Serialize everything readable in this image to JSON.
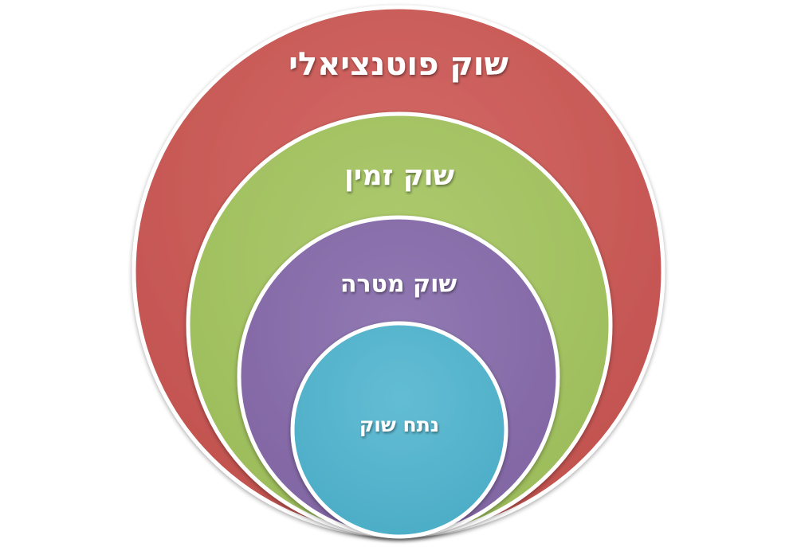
{
  "diagram": {
    "type": "nested-circles",
    "rings": [
      {
        "label": "שוק פוטנציאלי",
        "color": "#c0504d",
        "highlight": "#d46a66"
      },
      {
        "label": "שוק זמין",
        "color": "#9bbb59",
        "highlight": "#aecb6f"
      },
      {
        "label": "שוק מטרה",
        "color": "#8064a2",
        "highlight": "#9179b3"
      },
      {
        "label": "נתח שוק",
        "color": "#4bacc6",
        "highlight": "#63bdd4"
      }
    ]
  }
}
